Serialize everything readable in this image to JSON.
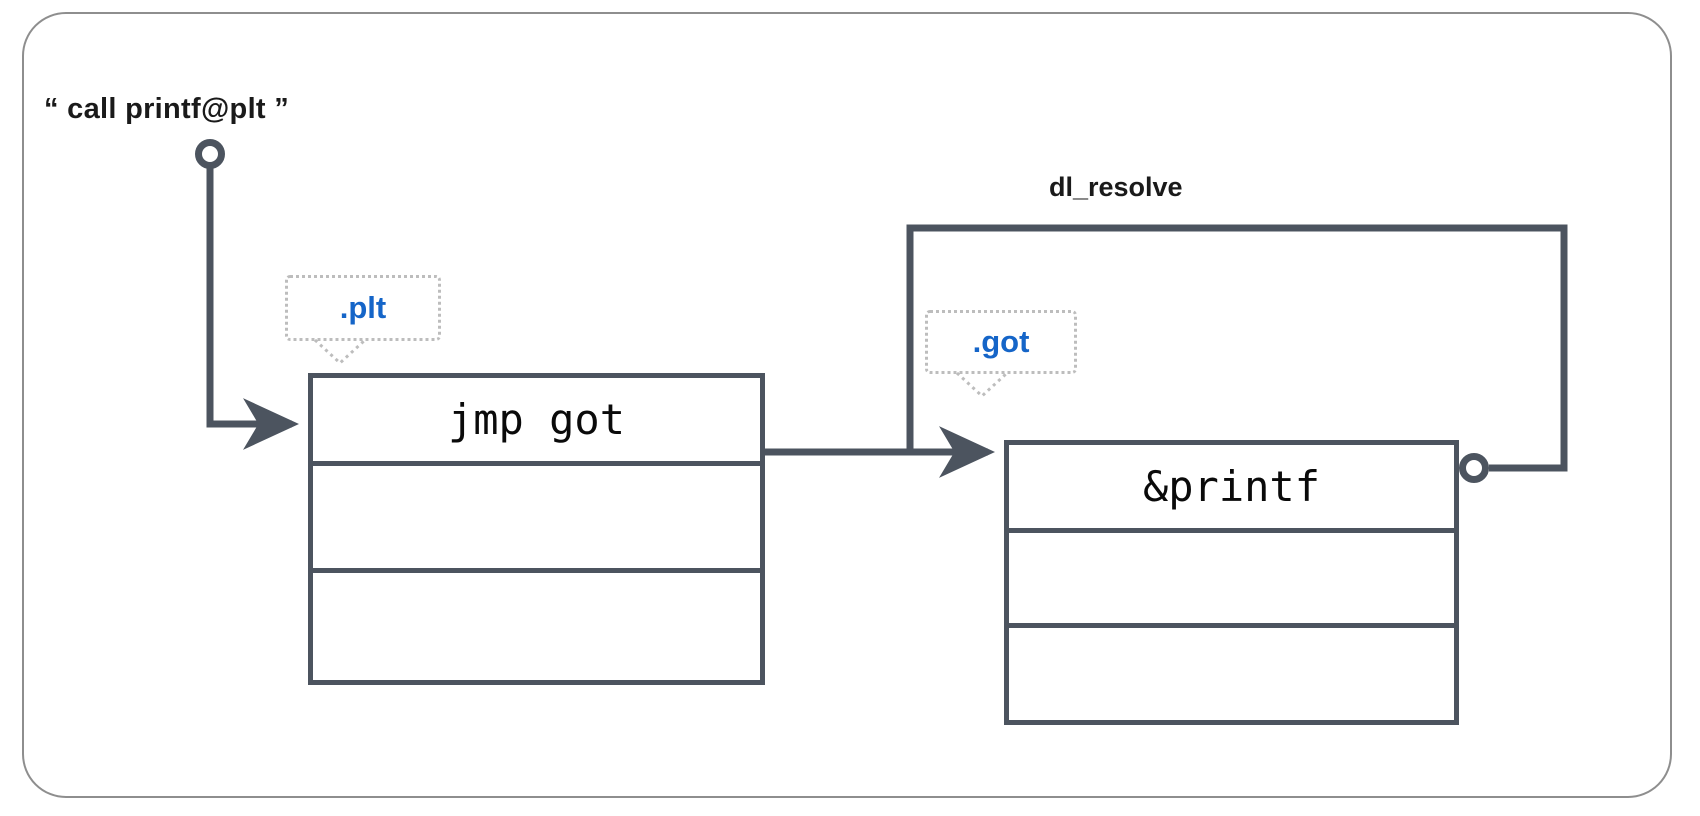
{
  "diagram": {
    "title_labels": {
      "call_site": "“ call printf@plt ”",
      "dl_resolve": "dl_resolve"
    },
    "callouts": [
      {
        "name": "plt",
        "text": ".plt",
        "color": "#1565c8"
      },
      {
        "name": "got",
        "text": ".got",
        "color": "#1565c8"
      }
    ],
    "tables": {
      "plt": {
        "label": ".plt",
        "rows": [
          "jmp got",
          "",
          ""
        ]
      },
      "got": {
        "label": ".got",
        "rows": [
          "&printf",
          "",
          ""
        ]
      }
    },
    "connectors": [
      {
        "name": "call-site-to-plt",
        "from": "call printf@plt",
        "to": ".plt entry 0",
        "style": "arrow",
        "start_marker": "circle"
      },
      {
        "name": "plt-to-got",
        "from": ".plt entry 0",
        "to": ".got entry 0",
        "style": "arrow"
      },
      {
        "name": "got-to-dl-resolve",
        "from": ".got entry 0",
        "to": "dl_resolve",
        "style": "loop",
        "start_marker": "circle"
      }
    ],
    "colors": {
      "line": "#4c545f",
      "frame": "#8e8e8e",
      "callout_border": "#bdbdbd",
      "callout_text": "#1565c8",
      "text": "#1a1a1a",
      "background": "#ffffff"
    }
  }
}
